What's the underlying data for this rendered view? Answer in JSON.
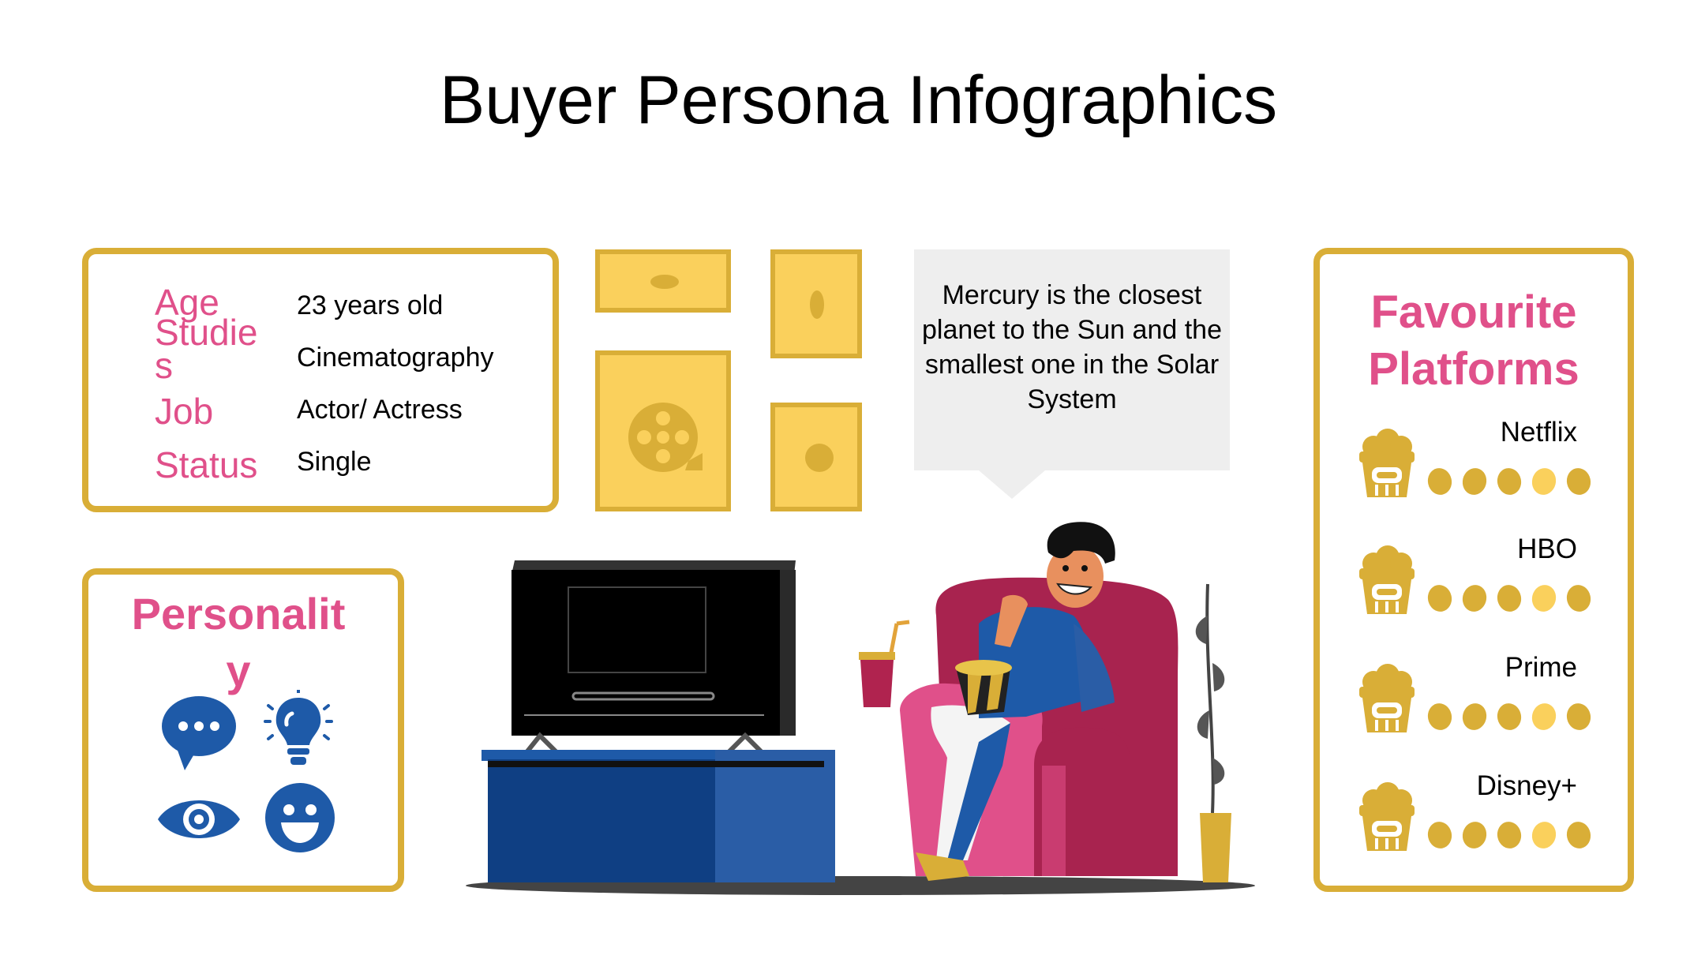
{
  "title": "Buyer Persona Infographics",
  "colors": {
    "accent_pink": "#E0508A",
    "gold": "#D9AE37",
    "yellow": "#FAD05C",
    "blue": "#1E5AA8",
    "bubble_gray": "#EEEEEE"
  },
  "info": {
    "rows": [
      {
        "label": "Age",
        "value": "23 years old"
      },
      {
        "label": "Studies",
        "value": "Cinematography"
      },
      {
        "label": "Job",
        "value": "Actor/ Actress"
      },
      {
        "label": "Status",
        "value": "Single"
      }
    ]
  },
  "personality": {
    "title": "Personality",
    "icons": [
      "chat-bubble-icon",
      "lightbulb-icon",
      "eye-icon",
      "smiley-icon"
    ]
  },
  "bubble": {
    "text": "Mercury is the closest planet to the Sun and the smallest one in the Solar System"
  },
  "platforms": {
    "title": "Favourite Platforms",
    "items": [
      {
        "name": "Netflix",
        "icon": "popcorn-icon",
        "rating": 5
      },
      {
        "name": "HBO",
        "icon": "popcorn-icon",
        "rating": 5
      },
      {
        "name": "Prime",
        "icon": "popcorn-icon",
        "rating": 5
      },
      {
        "name": "Disney+",
        "icon": "popcorn-icon",
        "rating": 5
      }
    ]
  }
}
